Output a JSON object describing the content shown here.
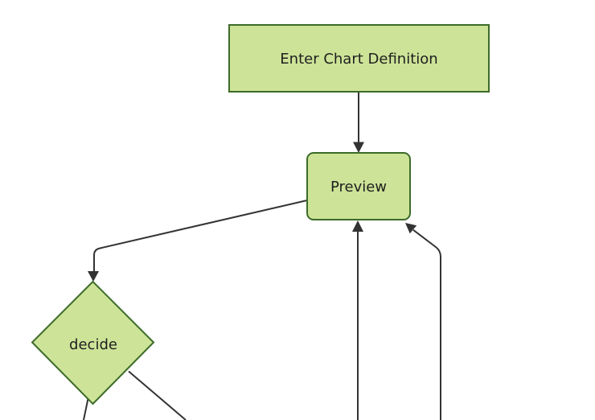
{
  "diagram": {
    "type": "flowchart",
    "direction": "top-down",
    "nodes": [
      {
        "id": "enter-chart-definition",
        "label": "Enter Chart Definition",
        "shape": "rectangle"
      },
      {
        "id": "preview",
        "label": "Preview",
        "shape": "rounded-rectangle"
      },
      {
        "id": "decide",
        "label": "decide",
        "shape": "diamond"
      }
    ],
    "edges": [
      {
        "from": "enter-chart-definition",
        "to": "preview",
        "arrow": "down"
      },
      {
        "from": "preview",
        "to": "decide",
        "arrow": "down"
      },
      {
        "from": "decide",
        "to": "offscreen-bottom-left",
        "arrow": "cut-off"
      },
      {
        "from": "decide",
        "to": "offscreen-bottom-right",
        "arrow": "cut-off"
      },
      {
        "from": "offscreen-bottom",
        "to": "preview",
        "arrow": "up"
      },
      {
        "from": "offscreen-bottom-right",
        "to": "preview",
        "arrow": "up-left"
      }
    ],
    "colors": {
      "node_fill": "#cde498",
      "node_border": "#3d6b29",
      "edge": "#333333",
      "label": "#1f1f1f",
      "canvas": "#ffffff"
    }
  }
}
